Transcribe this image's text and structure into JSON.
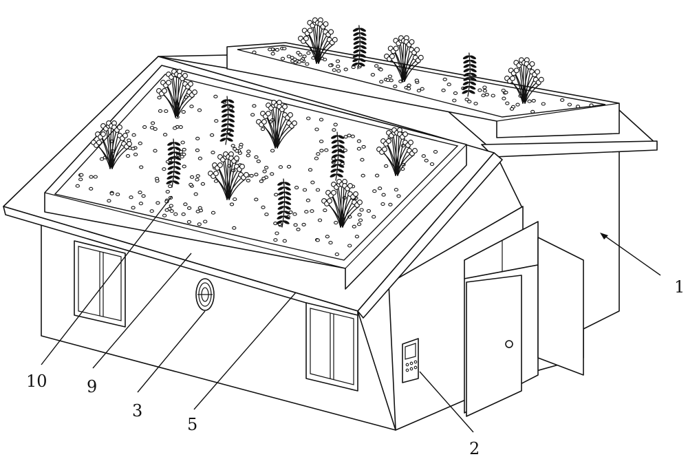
{
  "labels": [
    {
      "id": "house-body",
      "text": "1"
    },
    {
      "id": "controller",
      "text": "2"
    },
    {
      "id": "vent-fan",
      "text": "3"
    },
    {
      "id": "roof-edge",
      "text": "5"
    },
    {
      "id": "planter-wall",
      "text": "9"
    },
    {
      "id": "plant",
      "text": "10"
    }
  ]
}
